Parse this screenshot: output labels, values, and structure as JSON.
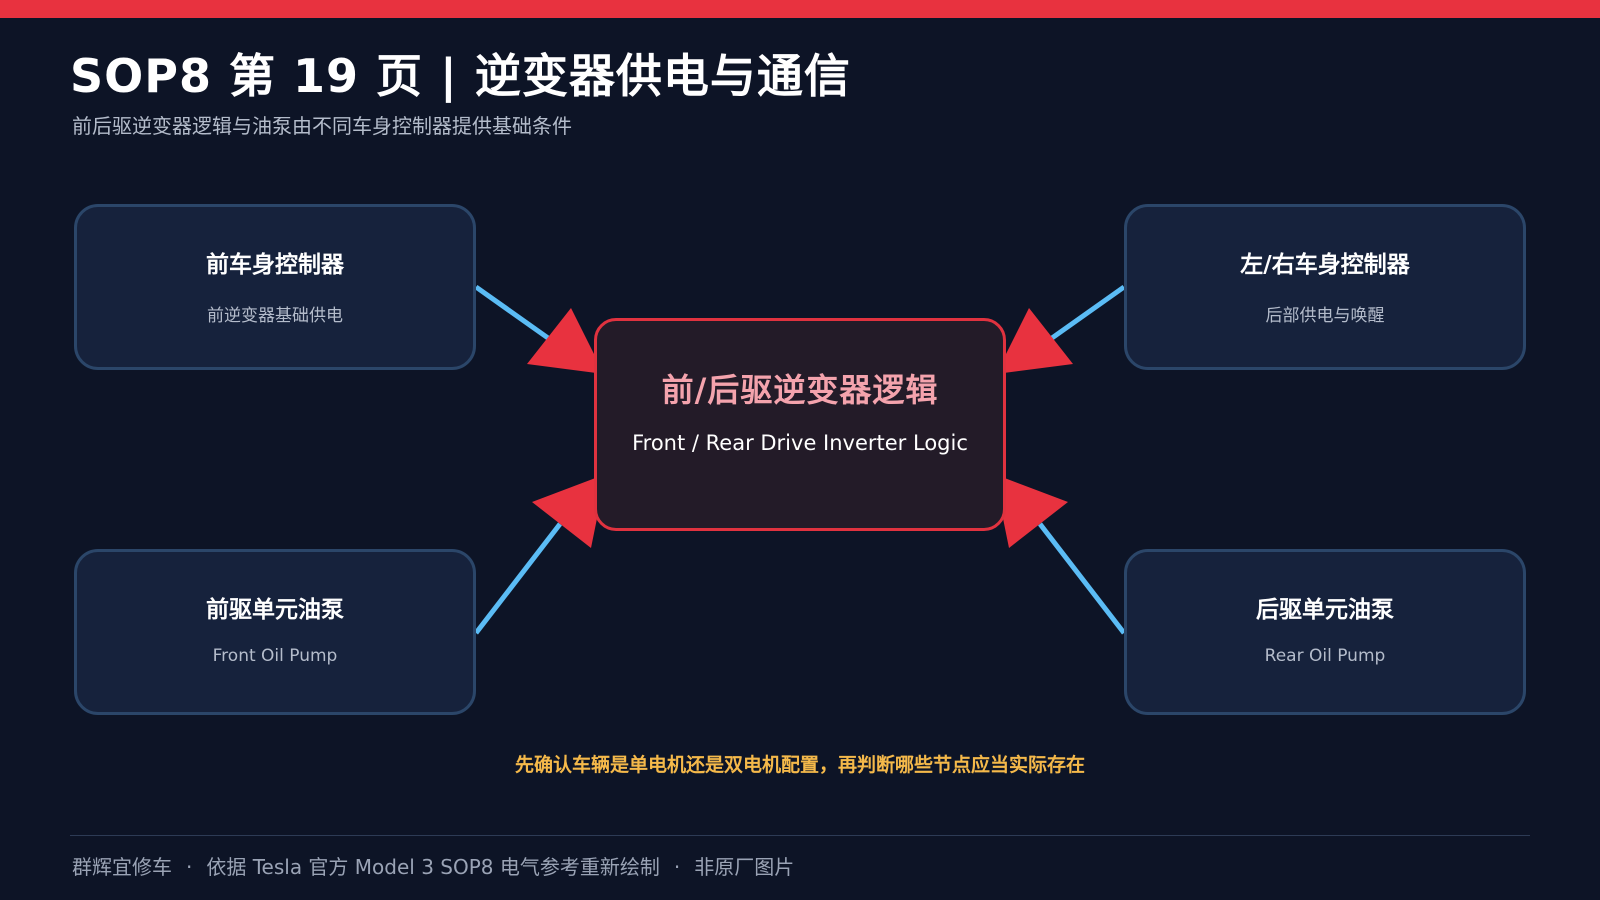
{
  "header": {
    "title": "SOP8 第 19 页 | 逆变器供电与通信",
    "subtitle": "前后驱逆变器逻辑与油泵由不同车身控制器提供基础条件"
  },
  "diagram": {
    "center": {
      "title": "前/后驱逆变器逻辑",
      "subtitle": "Front / Rear Drive Inverter Logic"
    },
    "nodes": {
      "front_body_controller": {
        "title": "前车身控制器",
        "subtitle": "前逆变器基础供电"
      },
      "left_right_body_controller": {
        "title": "左/右车身控制器",
        "subtitle": "后部供电与唤醒"
      },
      "front_oil_pump": {
        "title": "前驱单元油泵",
        "subtitle": "Front Oil Pump"
      },
      "rear_oil_pump": {
        "title": "后驱单元油泵",
        "subtitle": "Rear Oil Pump"
      }
    },
    "edges": [
      {
        "from": "前车身控制器",
        "to": "前/后驱逆变器逻辑"
      },
      {
        "from": "左/右车身控制器",
        "to": "前/后驱逆变器逻辑"
      },
      {
        "from": "前驱单元油泵",
        "to": "前/后驱逆变器逻辑"
      },
      {
        "from": "后驱单元油泵",
        "to": "前/后驱逆变器逻辑"
      }
    ],
    "colors": {
      "background": "#0d1426",
      "accent_red": "#e8323f",
      "edge_line": "#5bbcf5",
      "node_fill": "#16223c",
      "node_border": "#2b4669",
      "center_fill": "#231b28",
      "note_text": "#f5b94a"
    }
  },
  "note": "先确认车辆是单电机还是双电机配置，再判断哪些节点应当实际存在",
  "footer": {
    "brand": "群辉宜修车",
    "sep1": "·",
    "source": "依据 Tesla 官方 Model 3 SOP8 电气参考重新绘制",
    "sep2": "·",
    "disclaimer": "非原厂图片"
  }
}
